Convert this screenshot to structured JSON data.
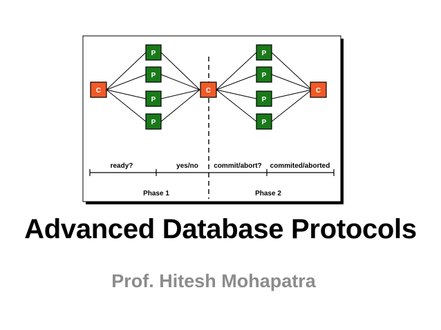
{
  "slide": {
    "title": "Advanced Database Protocols",
    "subtitle": "Prof. Hitesh Mohapatra"
  },
  "diagram": {
    "coordinator_label": "C",
    "participant_label": "P",
    "steps": [
      "ready?",
      "yes/no",
      "commit/abort?",
      "commited/aborted"
    ],
    "phases": [
      "Phase 1",
      "Phase 2"
    ]
  },
  "colors": {
    "coordinator": "#f05a28",
    "participant": "#1a7a1a",
    "text_title": "#000000",
    "text_subtitle": "#8c8c8c"
  }
}
